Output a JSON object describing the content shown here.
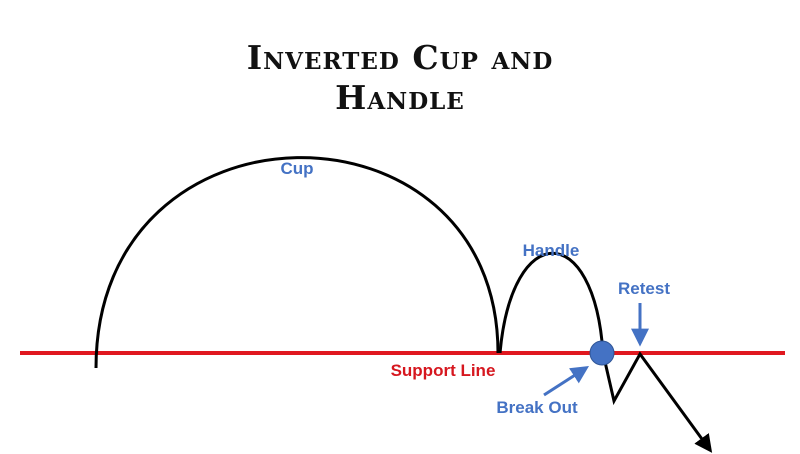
{
  "title_line1": "Inverted Cup and",
  "title_line2": "Handle",
  "labels": {
    "cup": "Cup",
    "handle": "Handle",
    "retest": "Retest",
    "support_line": "Support Line",
    "break_out": "Break Out"
  },
  "colors": {
    "support_line": "#e0181f",
    "label_blue": "#4472c4",
    "support_label": "#d6171f",
    "curve": "#000000",
    "breakout_dot": "#4472c4"
  }
}
